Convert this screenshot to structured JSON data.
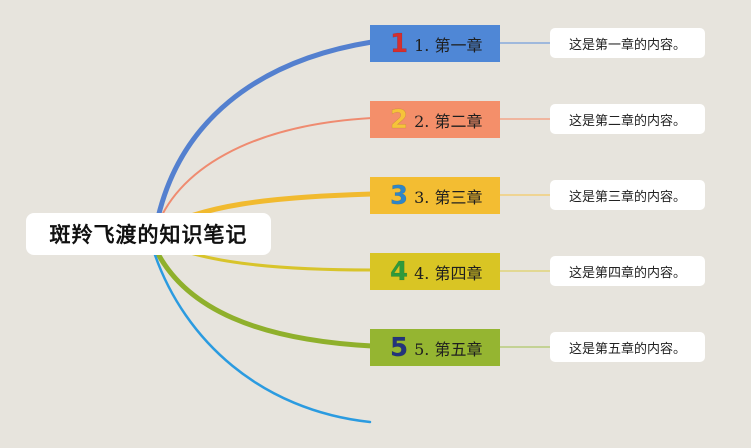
{
  "root": {
    "title": "斑羚飞渡的知识笔记"
  },
  "chapters": [
    {
      "number": "1",
      "label": "1. 第一章",
      "content": "这是第一章的内容。",
      "box_color": "#4f87d6",
      "number_color": "#d42f2f",
      "branch_color": "#5480cf",
      "link_color": "#87a9db"
    },
    {
      "number": "2",
      "label": "2. 第二章",
      "content": "这是第二章的内容。",
      "box_color": "#f48f6a",
      "number_color": "#f6c33a",
      "branch_color": "#ef8b70",
      "link_color": "#f4a58a"
    },
    {
      "number": "3",
      "label": "3. 第三章",
      "content": "这是第三章的内容。",
      "box_color": "#f3bd32",
      "number_color": "#2f86c8",
      "branch_color": "#f1ba2f",
      "link_color": "#f2cf7a"
    },
    {
      "number": "4",
      "label": "4. 第四章",
      "content": "这是第四章的内容。",
      "box_color": "#d9c524",
      "number_color": "#2e9a3c",
      "branch_color": "#d8c42b",
      "link_color": "#e0d47a"
    },
    {
      "number": "5",
      "label": "5. 第五章",
      "content": "这是第五章的内容。",
      "box_color": "#95b531",
      "number_color": "#23347c",
      "branch_color": "#8fb02c",
      "link_color": "#b8cc7d"
    }
  ],
  "extra_branch_color": "#2b9be0"
}
